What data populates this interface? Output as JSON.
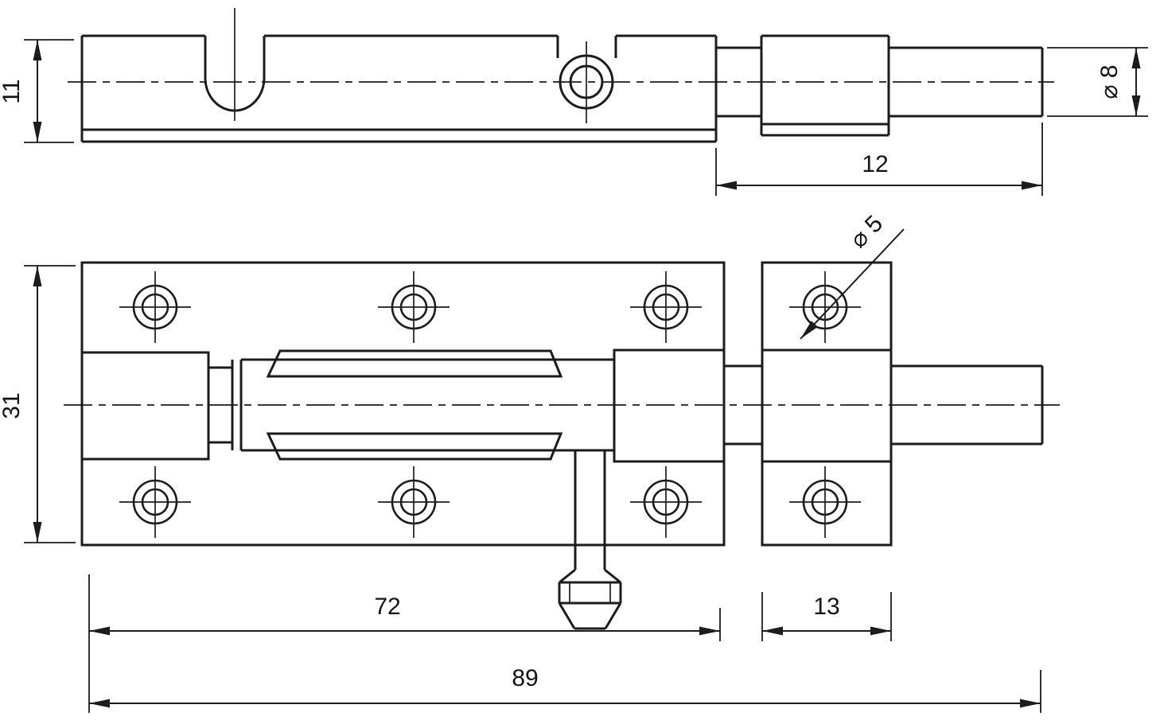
{
  "drawing": {
    "background": "#ffffff",
    "line_color": "#1c1c1c",
    "dimensions": {
      "plate_thickness": "11",
      "bolt_extension": "12",
      "bolt_diameter": "⌀ 8",
      "plate_width": "31",
      "plate_length": "72",
      "keeper_length": "13",
      "overall_length": "89",
      "hole_diameter": "⌀ 5"
    }
  }
}
